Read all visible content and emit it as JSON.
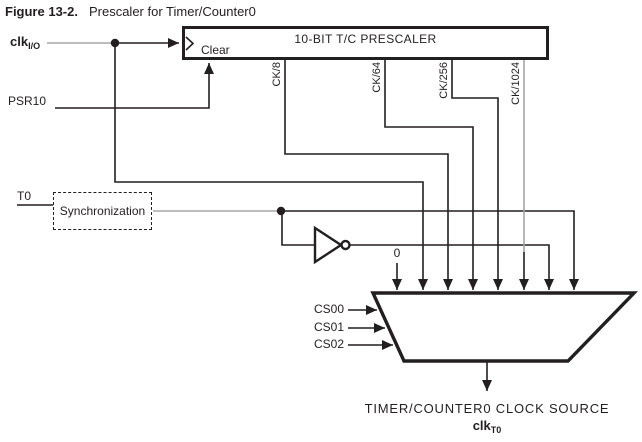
{
  "figure": {
    "label": "Figure 13-2.",
    "title": "Prescaler for Timer/Counter0"
  },
  "prescaler_box": {
    "title": "10-BIT T/C PRESCALER",
    "clear_label": "Clear"
  },
  "signals": {
    "clk_base": "clk",
    "clk_sub": "I/O",
    "psr10": "PSR10",
    "t0": "T0",
    "sync": "Synchronization",
    "zero": "0"
  },
  "taps": [
    "CK/8",
    "CK/64",
    "CK/256",
    "CK/1024"
  ],
  "mux_selects": [
    "CS00",
    "CS01",
    "CS02"
  ],
  "output": {
    "caption": "TIMER/COUNTER0 CLOCK SOURCE",
    "clk_base": "clk",
    "clk_sub": "T0"
  },
  "colors": {
    "ink": "#231f20",
    "wire_gray": "#a6a6a6",
    "background": "#ffffff"
  }
}
